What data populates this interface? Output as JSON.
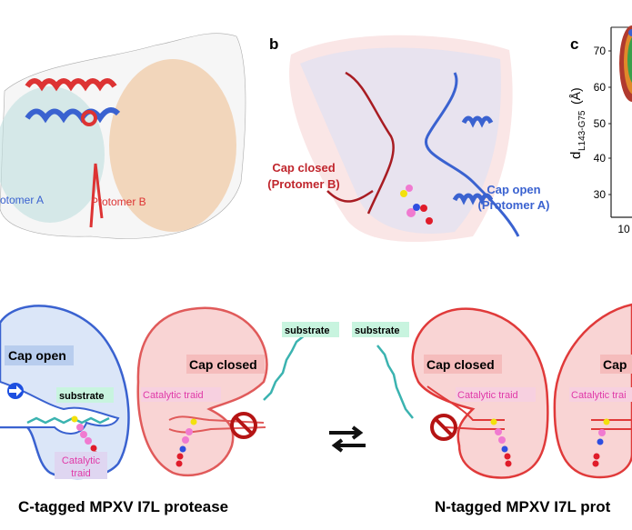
{
  "panel_a": {
    "protomer_a_label": "otomer A",
    "protomer_b_label": "Protomer B"
  },
  "panel_b": {
    "letter": "b",
    "cap_closed": "Cap closed",
    "cap_closed_sub": "(Protomer B)",
    "cap_open": "Cap open",
    "cap_open_sub": "(Protomer A)"
  },
  "panel_c": {
    "letter": "c",
    "ylabel_main": "d",
    "ylabel_sub": "L143-G75",
    "ylabel_unit": "(Å)",
    "yticks": [
      "70",
      "60",
      "50",
      "40",
      "30"
    ],
    "xticks": [
      "10"
    ]
  },
  "scheme": {
    "left_open": {
      "cap": "Cap open",
      "substrate": "substrate",
      "triad_1": "Catalytic",
      "triad_2": "traid"
    },
    "left_closed": {
      "cap": "Cap closed",
      "triad": "Catalytic traid",
      "substrate": "substrate"
    },
    "right_closed": {
      "cap": "Cap closed",
      "triad": "Catalytic traid",
      "substrate": "substrate"
    },
    "right_partial": {
      "cap": "Cap",
      "triad": "Catalytic trai"
    },
    "c_tagged_title": "C-tagged MPXV I7L protease",
    "n_tagged_title": "N-tagged MPXV I7L prot"
  },
  "colors": {
    "blue": "#3a62d0",
    "red": "#c0262d",
    "magenta": "#e03aa8",
    "pink_fill": "#f9d4d4",
    "blue_fill": "#dbe6f8",
    "substrate_bg": "#c8f4df"
  }
}
